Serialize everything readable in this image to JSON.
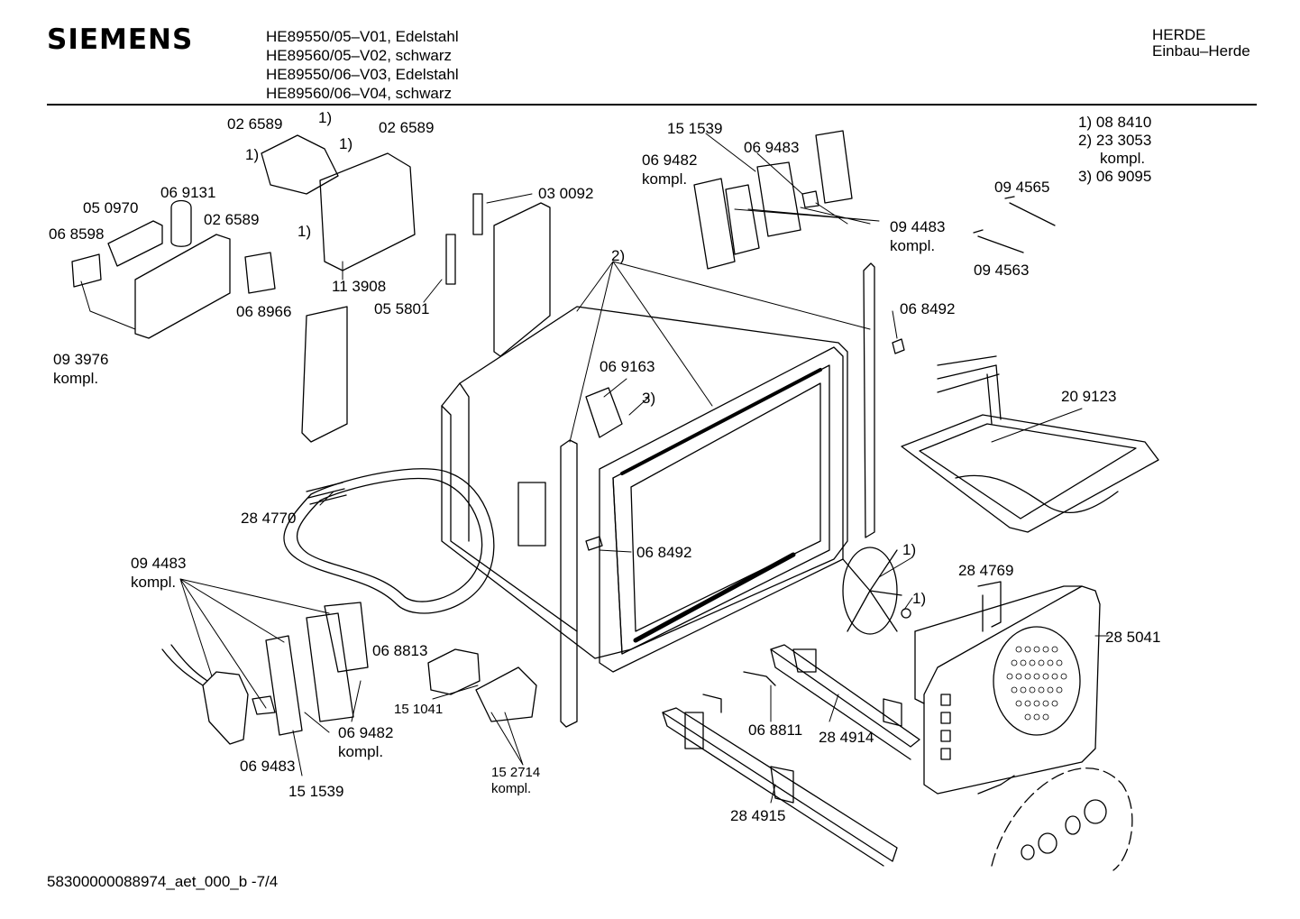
{
  "header": {
    "brand": "SIEMENS",
    "models": [
      "HE89550/05–V01, Edelstahl",
      "HE89560/05–V02, schwarz",
      "HE89550/06–V03, Edelstahl",
      "HE89560/06–V04, schwarz"
    ],
    "category_line1": "HERDE",
    "category_line2": "Einbau–Herde"
  },
  "legend": [
    {
      "mark": "1)",
      "part": "08 8410"
    },
    {
      "mark": "2)",
      "part": "23 3053"
    },
    {
      "mark": "",
      "part": "kompl."
    },
    {
      "mark": "3)",
      "part": "06 9095"
    }
  ],
  "parts": {
    "p026589_a": "02 6589",
    "p026589_b": "02 6589",
    "p026589_c": "02 6589",
    "mark1_a": "1)",
    "mark1_b": "1)",
    "mark1_c": "1)",
    "mark1_d": "1)",
    "p050970": "05 0970",
    "p069131": "06 9131",
    "p068598": "06 8598",
    "p113908": "11 3908",
    "p068966": "06 8966",
    "p093976": "09 3976",
    "p093976_k": "kompl.",
    "p030092": "03 0092",
    "p055801": "05 5801",
    "p151539_top": "15 1539",
    "p069483_top": "06 9483",
    "p069482_top": "06 9482",
    "p069482_top_k": "kompl.",
    "p094483_top": "09 4483",
    "p094483_top_k": "kompl.",
    "p094565": "09 4565",
    "p094563": "09 4563",
    "mark2": "2)",
    "p068492_r": "06 8492",
    "p069163": "06 9163",
    "mark3": "3)",
    "p209123": "20 9123",
    "p284770": "28 4770",
    "p068492_c": "06 8492",
    "p094483_bot": "09 4483",
    "p094483_bot_k": "kompl.",
    "mark1_fan_a": "1)",
    "mark1_fan_b": "1)",
    "p284769": "28 4769",
    "p285041": "28 5041",
    "p068813": "06 8813",
    "p151041": "15 1041",
    "p069482_bot": "06 9482",
    "p069482_bot_k": "kompl.",
    "p069483_bot": "06 9483",
    "p151539_bot": "15 1539",
    "p152714": "15 2714",
    "p152714_k": "kompl.",
    "p068811": "06 8811",
    "p284914": "28 4914",
    "p284915": "28 4915"
  },
  "footer": {
    "doc_id": "58300000088974_aet_000_b -7/4"
  }
}
